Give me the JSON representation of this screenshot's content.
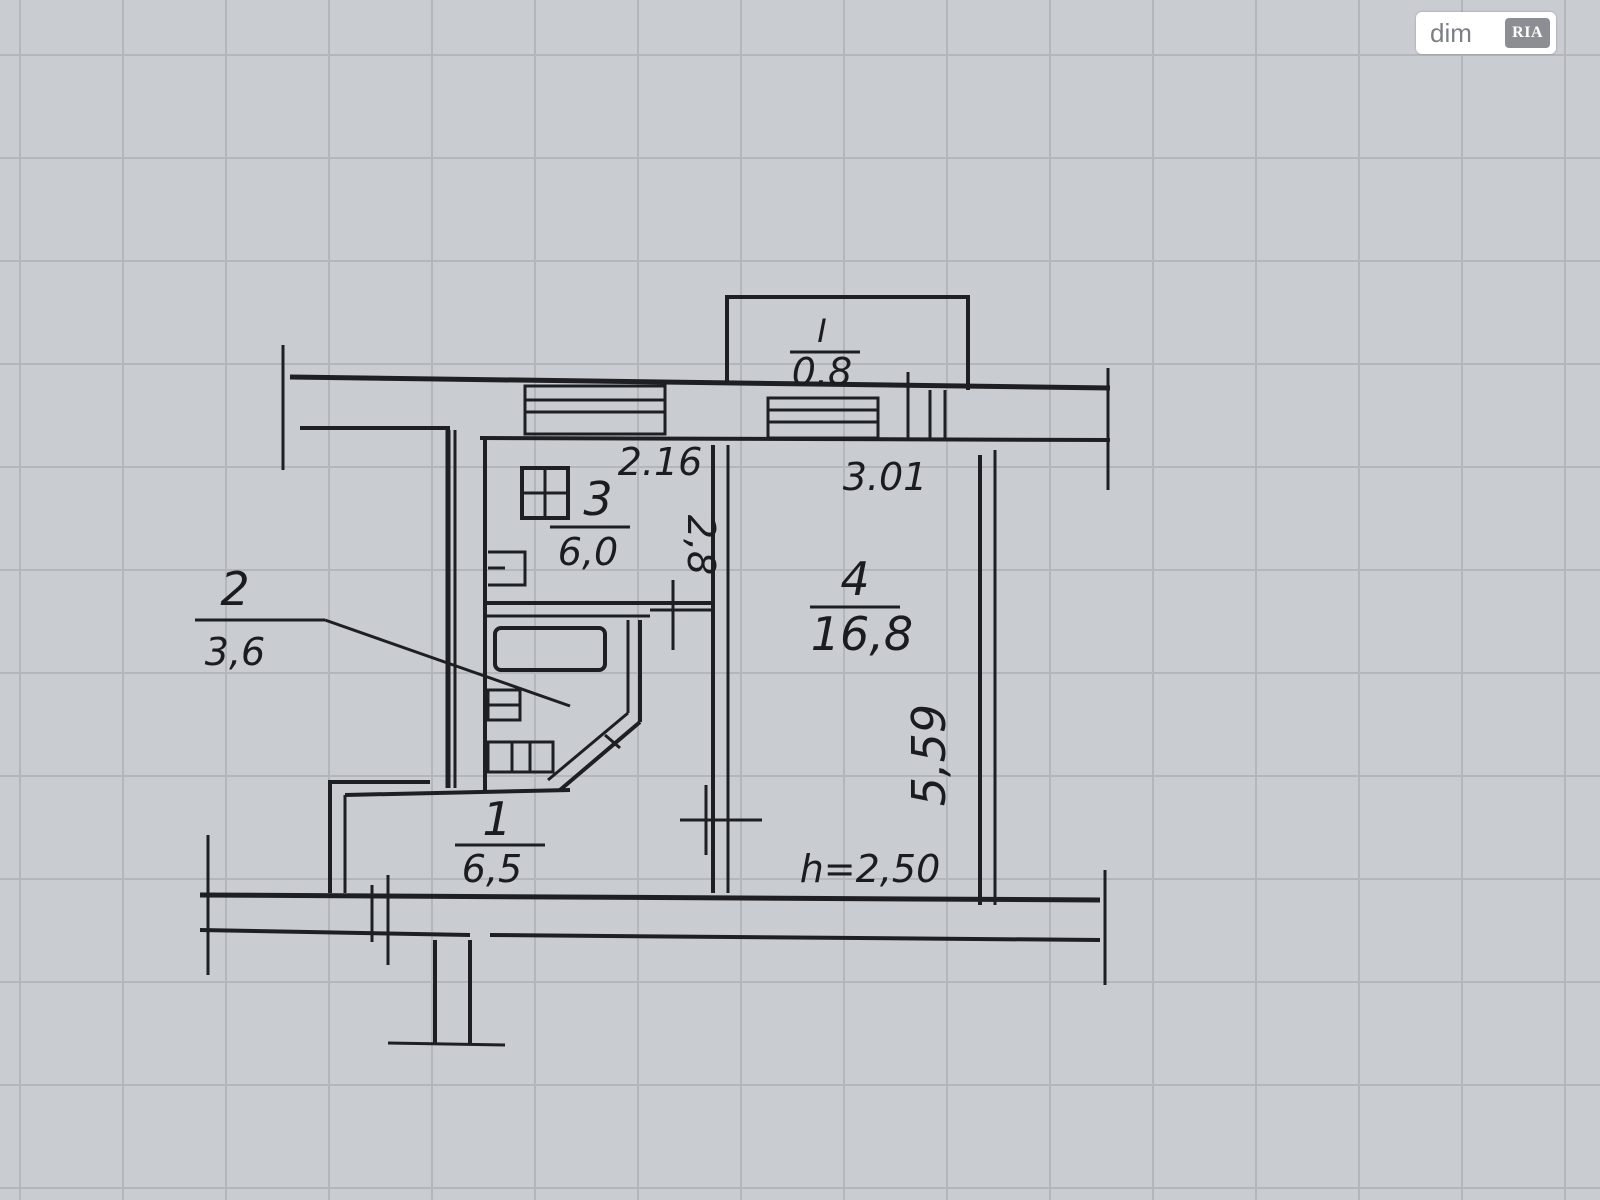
{
  "watermark": {
    "brand_a": "dim",
    "brand_b": "RIA"
  },
  "rooms": [
    {
      "id": "I",
      "number": "I",
      "area": "0.8"
    },
    {
      "id": "1",
      "number": "1",
      "area": "6,5"
    },
    {
      "id": "2",
      "number": "2",
      "area": "3,6"
    },
    {
      "id": "3",
      "number": "3",
      "area": "6,0"
    },
    {
      "id": "4",
      "number": "4",
      "area": "16,8"
    }
  ],
  "dimensions": {
    "kitchen_width": "2.16",
    "kitchen_depth": "2,8",
    "room_width": "3.01",
    "room_length": "5,59",
    "ceiling_height": "h=2,50"
  },
  "colors": {
    "paper": "#c9ccd0",
    "grid": "#b3b7bc",
    "ink": "#1d1f23"
  }
}
